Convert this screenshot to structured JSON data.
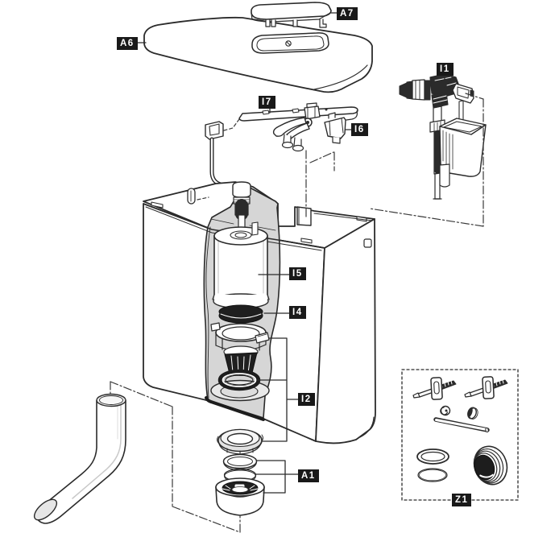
{
  "diagram": {
    "type": "exploded-parts-diagram",
    "labels": {
      "a7": "A7",
      "a6": "A6",
      "i7": "I7",
      "i6": "I6",
      "i1": "I1",
      "i5": "I5",
      "i4": "I4",
      "i2": "I2",
      "a1": "A1",
      "z1": "Z1"
    },
    "colors": {
      "line": "#2b2b2b",
      "label_background": "#191919",
      "label_text": "#ffffff",
      "cutaway_fill": "#d6d6d6",
      "dark_part_fill": "#1f1f1f",
      "background": "#ffffff"
    }
  }
}
